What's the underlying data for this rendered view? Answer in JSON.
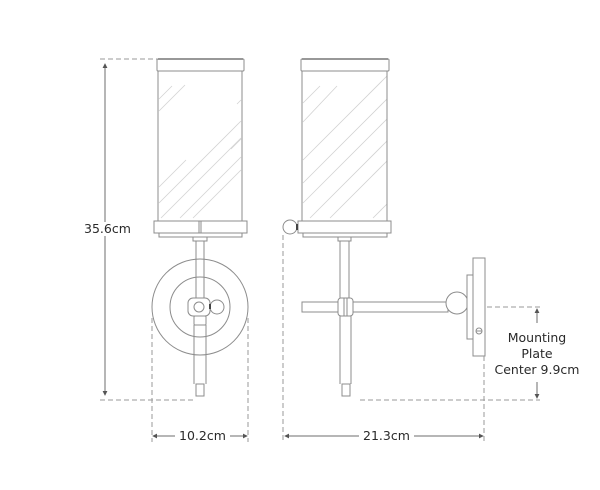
{
  "diagram": {
    "type": "technical dimension drawing",
    "subject": "wall sconce with cylindrical glass shade",
    "views": [
      {
        "name": "front view",
        "parts": [
          "cylindrical glass shade",
          "top cap",
          "bottom band",
          "vertical stem",
          "round backplate",
          "center knuckle with ball"
        ]
      },
      {
        "name": "side view",
        "parts": [
          "cylindrical glass shade",
          "top cap",
          "bottom band",
          "vertical stem",
          "horizontal arm",
          "ball joint",
          "mounting plate"
        ]
      }
    ],
    "colors": {
      "line": "#8c8c8c",
      "dim_line": "#6e6e6e",
      "dashed": "#9a9a9a",
      "glass_hatch": "#cfcfcf",
      "text": "#2a2a2a",
      "background": "#ffffff"
    }
  },
  "dimensions": {
    "height": "35.6cm",
    "front_width": "10.2cm",
    "side_depth": "21.3cm",
    "mounting_plate": {
      "line1": "Mounting",
      "line2": "Plate",
      "line3": "Center 9.9cm"
    }
  }
}
